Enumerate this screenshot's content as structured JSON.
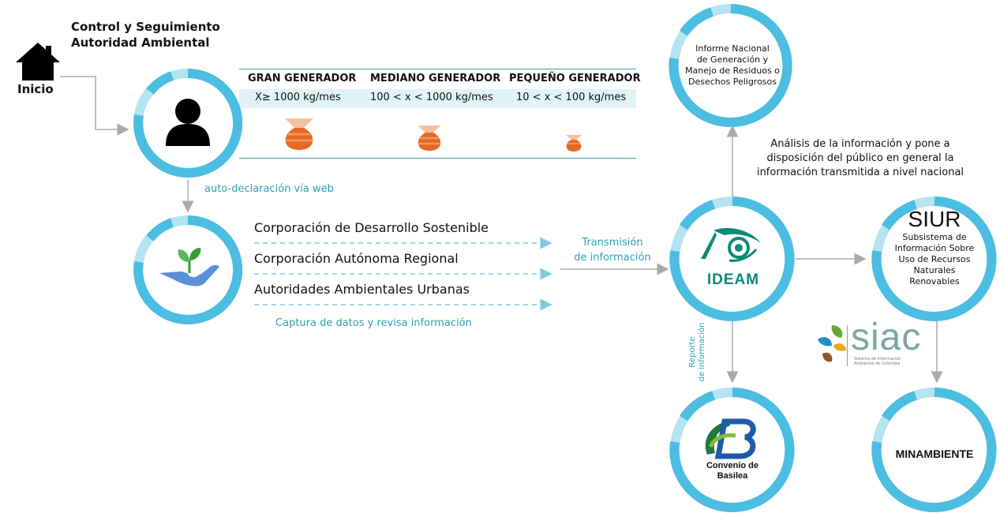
{
  "header": {
    "title": "Control y Seguimiento\nAutoridad Ambiental",
    "home_label": "Inicio"
  },
  "generators": {
    "columns": [
      {
        "name": "GRAN GENERADOR",
        "range": "X≥ 1000 kg/mes"
      },
      {
        "name": "MEDIANO GENERADOR",
        "range": "100 < x < 1000 kg/mes"
      },
      {
        "name": "PEQUEÑO GENERADOR",
        "range": "10 < x < 100 kg/mes"
      }
    ]
  },
  "flow": {
    "auto_declaration": "auto-declaración vía web",
    "corporations": [
      "Corporación de Desarrollo Sostenible",
      "Corporación Autónoma Regional",
      "Autoridades Ambientales Urbanas"
    ],
    "capture": "Captura de datos y revisa información",
    "transmission": "Transmisión\nde información",
    "analysis": "Análisis de la información y pone a\ndisposición del público en general la\ninformación transmitida a nivel nacional",
    "report": "Reporte\nde información"
  },
  "nodes": {
    "informe": "Informe Nacional\nde Generación y\nManejo de Residuos o\nDesechos Peligrosos",
    "ideam": "IDEAM",
    "siur_title": "SIUR",
    "siur_sub": "Subsistema de\nInformación Sobre\nUso de Recursos\nNaturales\nRenovables",
    "siac_logo": "siac",
    "siac_small": "Sistema de Información\nAmbiental de Colombia",
    "basilea": "Convenio de\nBasilea",
    "minambiente": "MINAMBIENTE"
  },
  "colors": {
    "ring": "#4bbde0",
    "ring_light": "#b4e3f1",
    "teal": "#2e9fb5",
    "orange": "#e46a22",
    "ideam": "#0a8a78"
  }
}
